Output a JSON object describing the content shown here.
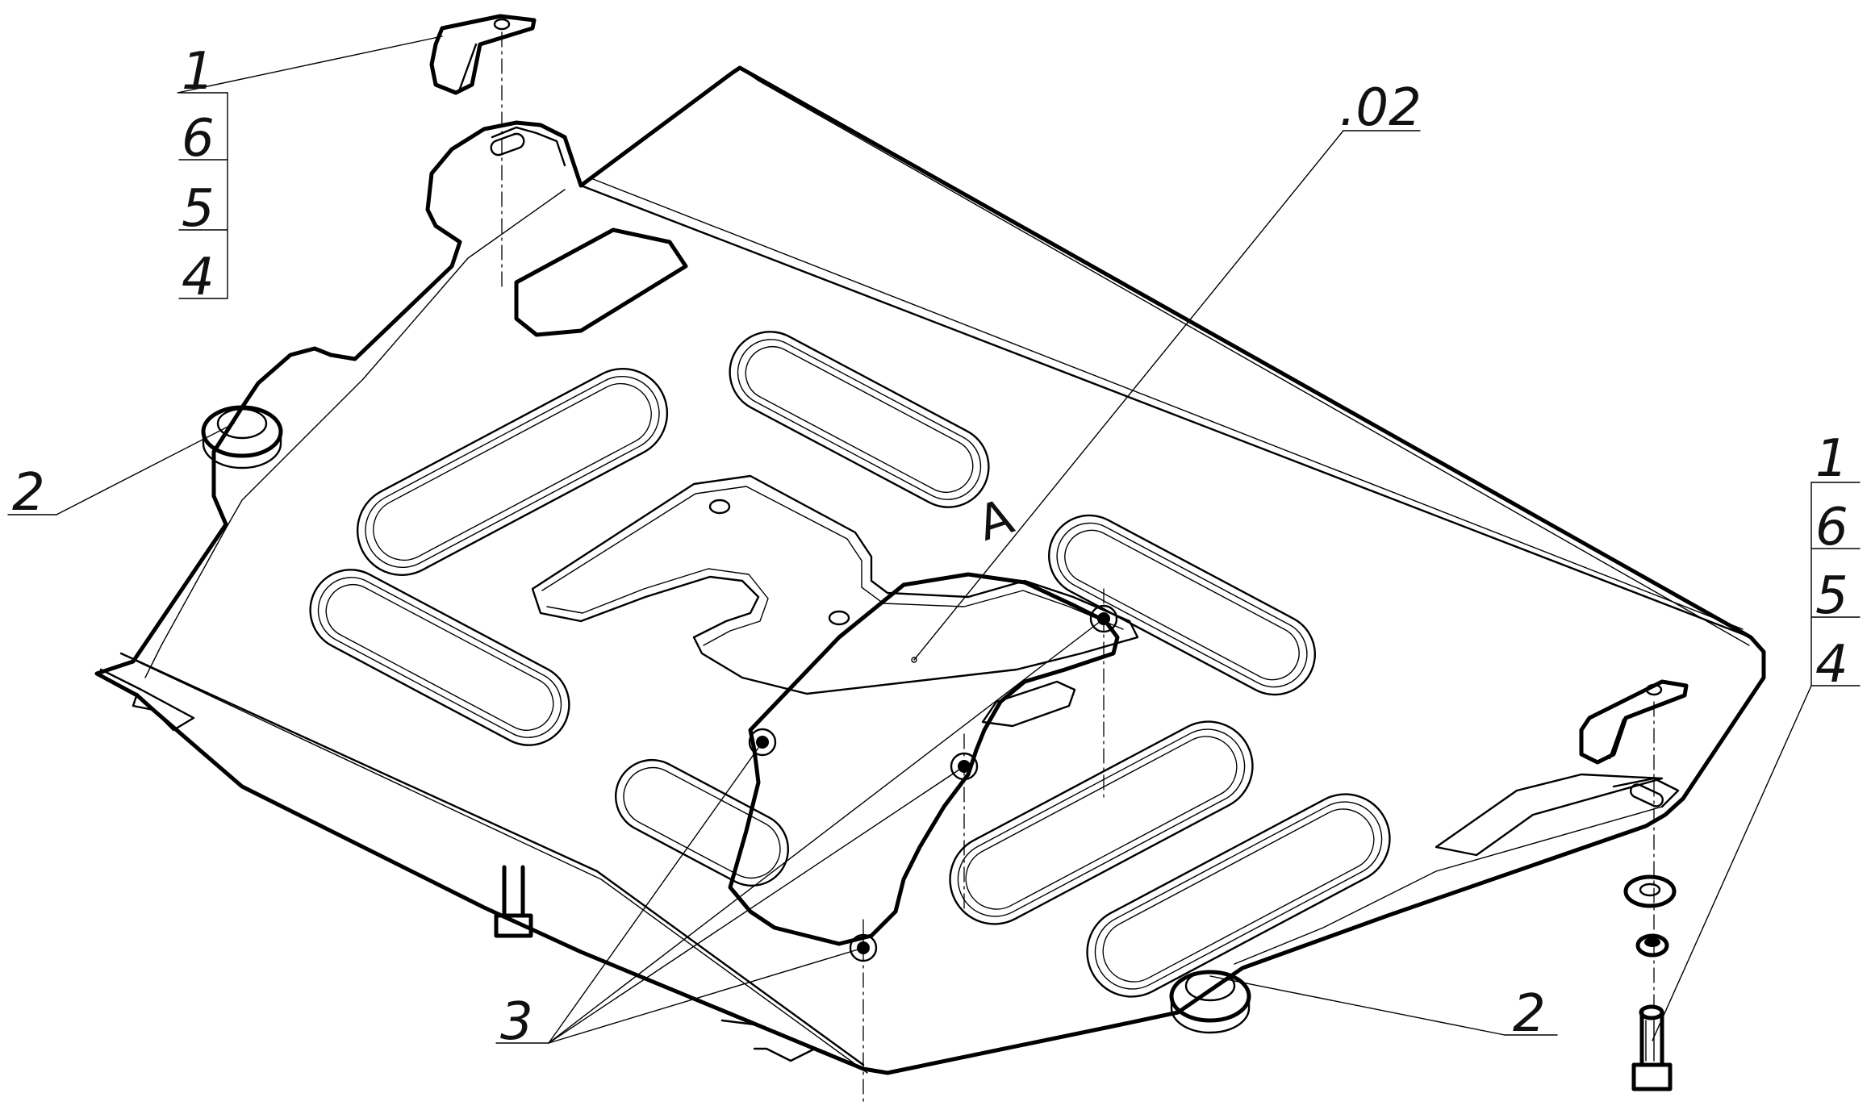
{
  "drawing": {
    "callouts": {
      "stack_left": [
        "1",
        "6",
        "5",
        "4"
      ],
      "stack_right": [
        "1",
        "6",
        "5",
        "4"
      ],
      "left_2": "2",
      "right_2": "2",
      "group_3": "3",
      "part_02": ".02"
    },
    "plate_mark": "A",
    "colors": {
      "line": "#000000",
      "background": "#ffffff"
    }
  }
}
